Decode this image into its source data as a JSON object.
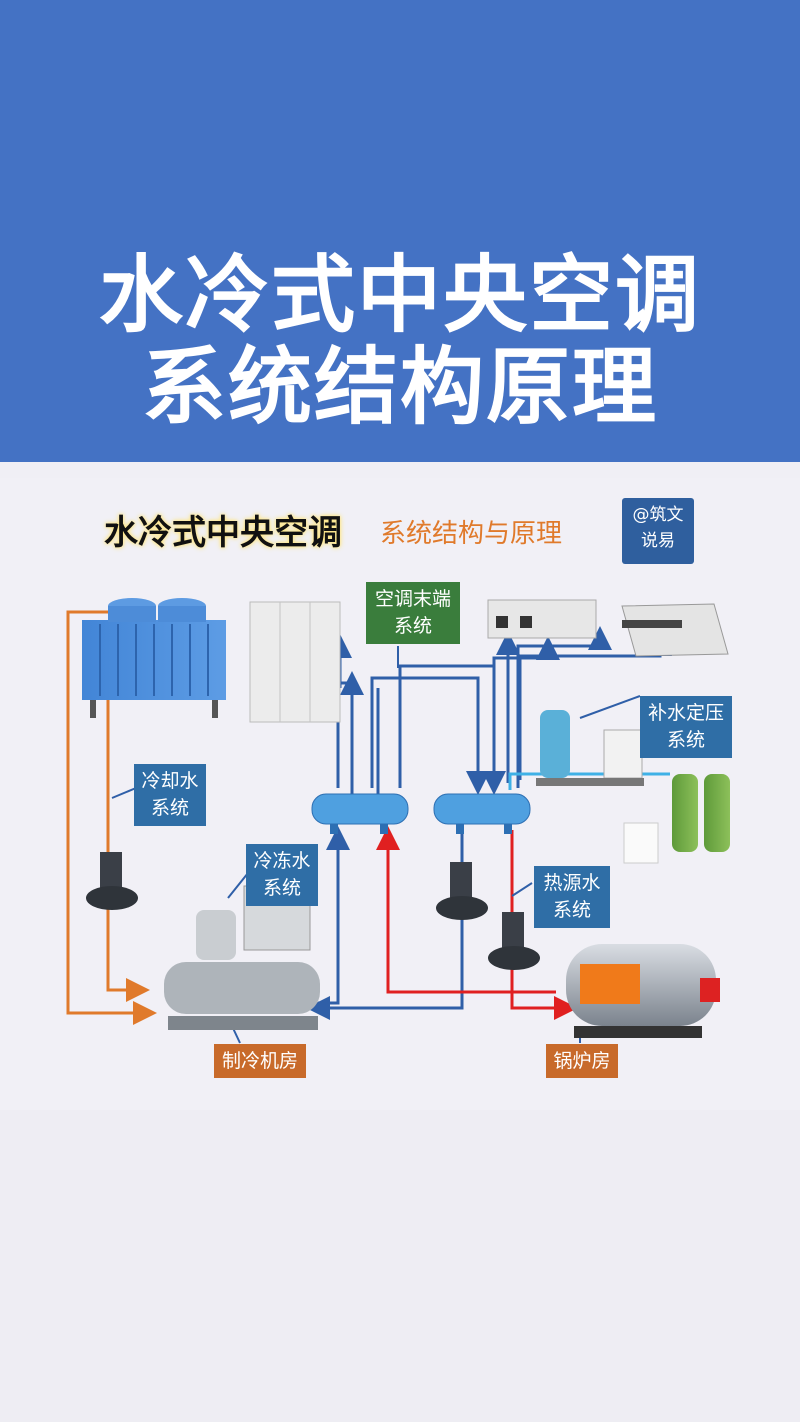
{
  "banner": {
    "line1": "水冷式中央空调",
    "line2": "系统结构原理"
  },
  "diagram": {
    "title_main": "水冷式中央空调",
    "title_sub": "系统结构与原理",
    "handle_line1": "@筑文",
    "handle_line2": "说易",
    "labels": {
      "terminal_line1": "空调末端",
      "terminal_line2": "系统",
      "makeup_line1": "补水定压",
      "makeup_line2": "系统",
      "cooling_line1": "冷却水",
      "cooling_line2": "系统",
      "chilled_line1": "冷冻水",
      "chilled_line2": "系统",
      "heat_line1": "热源水",
      "heat_line2": "系统",
      "chiller_room": "制冷机房",
      "boiler_room": "锅炉房"
    }
  },
  "colors": {
    "banner_bg": "#4472c4",
    "chilled_pipe": "#2f5fa8",
    "cooling_pipe": "#e07a2b",
    "hot_pipe": "#e02020",
    "makeup_pipe": "#3fb1e6"
  }
}
